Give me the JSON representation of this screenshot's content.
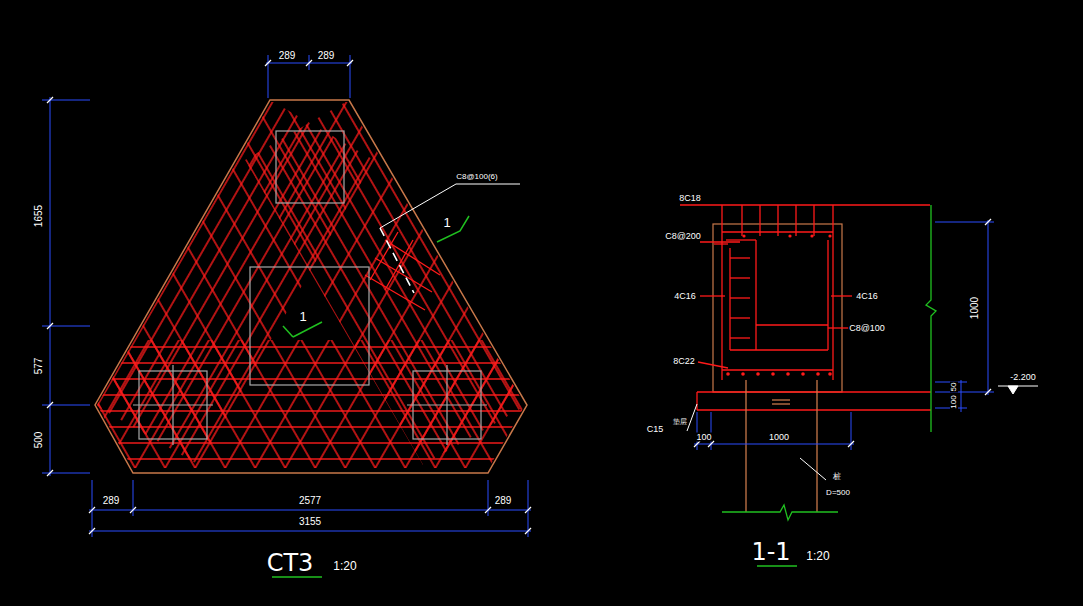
{
  "diagram": {
    "labels": [
      "289",
      "289",
      "C8@100(6)",
      "1",
      "1",
      "1655",
      "577",
      "500",
      "289",
      "2577",
      "289",
      "3155",
      "CT3",
      "1:20",
      "8C18",
      "C8@200",
      "4C16",
      "4C16",
      "C8@100",
      "8C22",
      "1000",
      "-2.200",
      "100",
      "50",
      "C15",
      "垫层",
      "100",
      "1000",
      "桩",
      "D=500",
      "1-1",
      "1:20"
    ]
  }
}
